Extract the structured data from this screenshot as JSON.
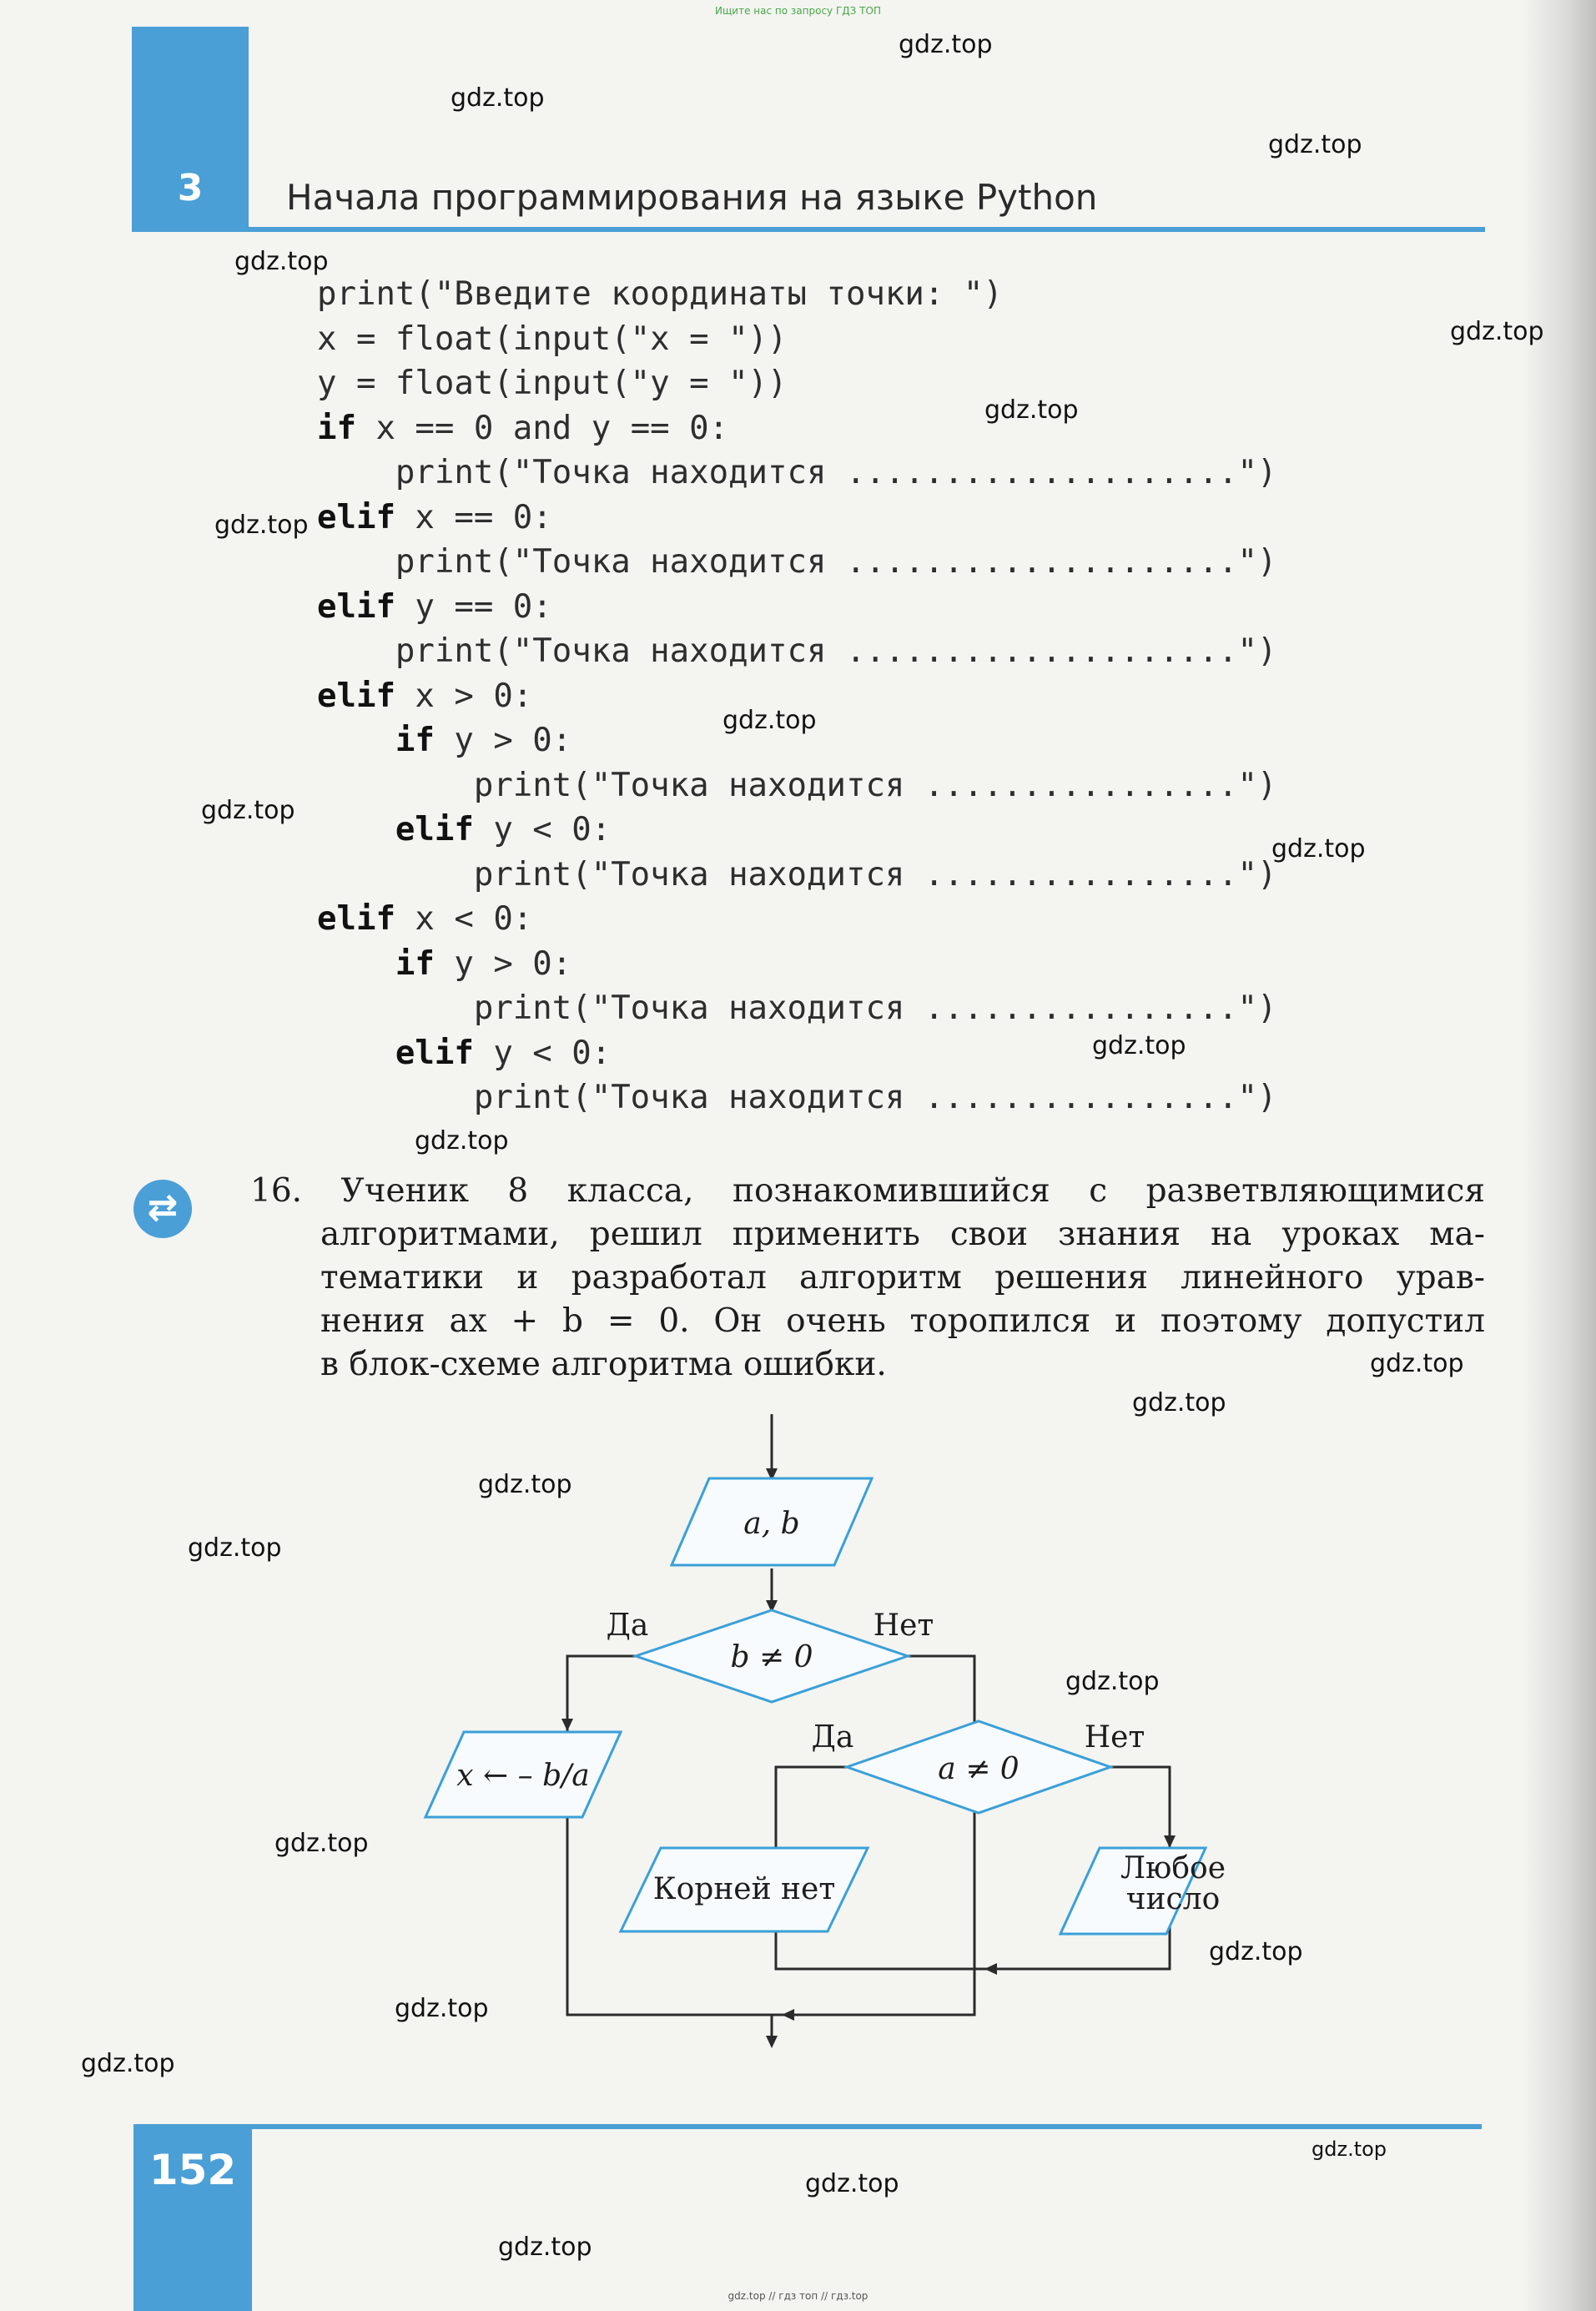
{
  "top_note": "Ищите нас по запросу ГДЗ ТОП",
  "bottom_note": "gdz.top // гдз топ // гдз.top",
  "header": {
    "chapter_number": "3",
    "title": "Начала программирования на языке Python"
  },
  "code_lines": [
    {
      "pre": "print(\"Введите координаты точки: \")",
      "kw": "",
      "post": ""
    },
    {
      "pre": "x = float(input(\"x = \"))",
      "kw": "",
      "post": ""
    },
    {
      "pre": "y = float(input(\"y = \"))",
      "kw": "",
      "post": ""
    },
    {
      "pre": "",
      "kw": "if",
      "post": " x == 0 and y == 0:"
    },
    {
      "pre": "    print(\"Точка находится ....................\")",
      "kw": "",
      "post": ""
    },
    {
      "pre": "",
      "kw": "elif",
      "post": " x == 0:"
    },
    {
      "pre": "    print(\"Точка находится ....................\")",
      "kw": "",
      "post": ""
    },
    {
      "pre": "",
      "kw": "elif",
      "post": " y == 0:"
    },
    {
      "pre": "    print(\"Точка находится ....................\")",
      "kw": "",
      "post": ""
    },
    {
      "pre": "",
      "kw": "elif",
      "post": " x > 0:"
    },
    {
      "pre": "    ",
      "kw": "if",
      "post": " y > 0:"
    },
    {
      "pre": "        print(\"Точка находится ................\")",
      "kw": "",
      "post": ""
    },
    {
      "pre": "    ",
      "kw": "elif",
      "post": " y < 0:"
    },
    {
      "pre": "        print(\"Точка находится ................\")",
      "kw": "",
      "post": ""
    },
    {
      "pre": "",
      "kw": "elif",
      "post": " x < 0:"
    },
    {
      "pre": "    ",
      "kw": "if",
      "post": " y > 0:"
    },
    {
      "pre": "        print(\"Точка находится ................\")",
      "kw": "",
      "post": ""
    },
    {
      "pre": "    ",
      "kw": "elif",
      "post": " y < 0:"
    },
    {
      "pre": "        print(\"Точка находится ................\")",
      "kw": "",
      "post": ""
    }
  ],
  "exercise": {
    "icon": "⇄",
    "number": "16.",
    "lines": [
      "Ученик 8 класса, познакомившийся с разветвляющимися",
      "алгоритмами, решил применить свои знания на уроках ма-",
      "тематики и разработал алгоритм решения линейного урав-",
      "нения ax + b = 0. Он очень торопился и поэтому допустил",
      "в блок-схеме алгоритма ошибки."
    ]
  },
  "flowchart": {
    "input_block": "a, b",
    "decision1": "b ≠ 0",
    "decision1_yes": "Да",
    "decision1_no": "Нет",
    "output_x": "x ← – b/a",
    "decision2": "a ≠ 0",
    "decision2_yes": "Да",
    "decision2_no": "Нет",
    "output_no_roots": "Корней нет",
    "output_any_1": "Любое",
    "output_any_2": "число"
  },
  "footer": {
    "page_number": "152"
  },
  "watermark": "gdz.top"
}
